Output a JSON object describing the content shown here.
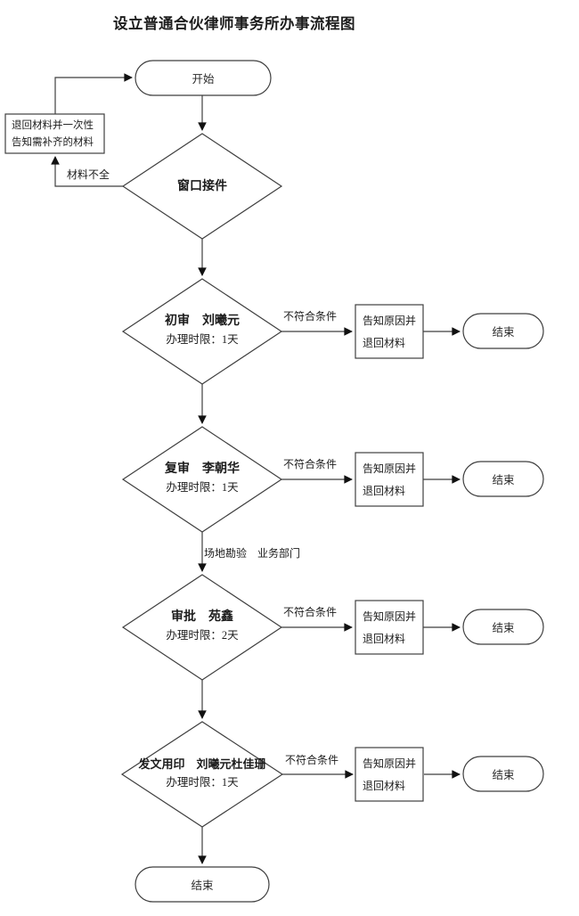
{
  "title": "设立普通合伙律师事务所办事流程图",
  "terminals": {
    "start": "开始",
    "end_bottom": "结束"
  },
  "nodes": {
    "return_materials_box": {
      "line1": "退回材料并一次性",
      "line2": "告知需补齐的材料"
    },
    "window_intake": {
      "label": "窗口接件"
    },
    "initial_review": {
      "line1": "初审　刘曦元",
      "line2": "办理时限：1天"
    },
    "second_review": {
      "line1": "复审　李朝华",
      "line2": "办理时限：1天"
    },
    "approval": {
      "line1": "审批　苑鑫",
      "line2": "办理时限：2天"
    },
    "issue_and_seal": {
      "line1": "发文用印　刘曦元杜佳珊",
      "line2": "办理时限：1天"
    }
  },
  "edge_labels": {
    "materials_incomplete": "材料不全",
    "site_inspection": "场地勘验　业务部门"
  },
  "branches": [
    {
      "condition": "不符合条件",
      "box_line1": "告知原因并",
      "box_line2": "退回材料",
      "end_label": "结束"
    },
    {
      "condition": "不符合条件",
      "box_line1": "告知原因并",
      "box_line2": "退回材料",
      "end_label": "结束"
    },
    {
      "condition": "不符合条件",
      "box_line1": "告知原因并",
      "box_line2": "退回材料",
      "end_label": "结束"
    },
    {
      "condition": "不符合条件",
      "box_line1": "告知原因并",
      "box_line2": "退回材料",
      "end_label": "结束"
    }
  ],
  "colors": {
    "line": "#3f3f3f",
    "text": "#1c1c1c",
    "background": "#ffffff"
  }
}
